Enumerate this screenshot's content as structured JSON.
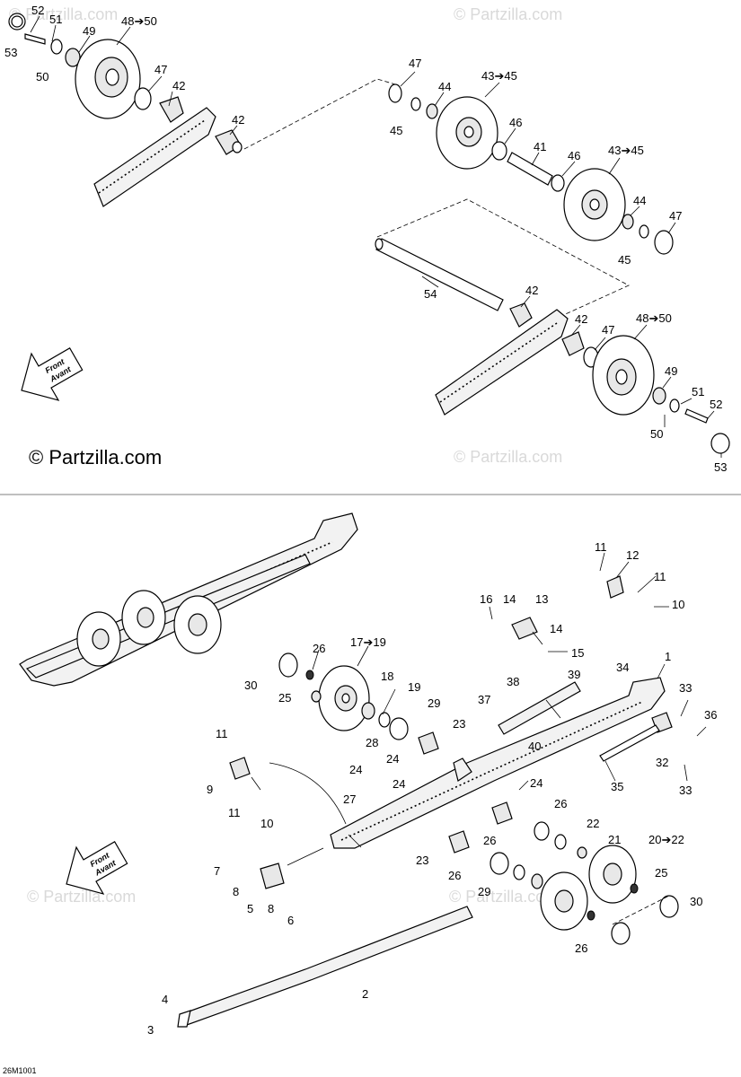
{
  "watermark": "© Partzilla.com",
  "copyright": "© Partzilla.com",
  "diagram_code": "26M1001",
  "front_arrow": {
    "line1": "Front",
    "line2": "Avant"
  },
  "top_callouts": [
    "52",
    "51",
    "53",
    "49",
    "48➔50",
    "50",
    "47",
    "42",
    "42",
    "47",
    "44",
    "43➔45",
    "45",
    "46",
    "41",
    "43➔45",
    "46",
    "44",
    "47",
    "45",
    "54",
    "42",
    "42",
    "47",
    "48➔50",
    "49",
    "51",
    "52",
    "50",
    "53"
  ],
  "bottom_callouts": [
    "11",
    "12",
    "11",
    "10",
    "16",
    "14",
    "13",
    "14",
    "15",
    "1",
    "17➔19",
    "26",
    "30",
    "25",
    "18",
    "19",
    "29",
    "23",
    "38",
    "39",
    "37",
    "34",
    "33",
    "36",
    "40",
    "11",
    "28",
    "24",
    "32",
    "24",
    "9",
    "27",
    "24",
    "35",
    "33",
    "11",
    "10",
    "26",
    "26",
    "22",
    "21",
    "20➔22",
    "23",
    "26",
    "25",
    "29",
    "26",
    "30",
    "7",
    "8",
    "5",
    "8",
    "6",
    "2",
    "4",
    "3",
    "24"
  ]
}
